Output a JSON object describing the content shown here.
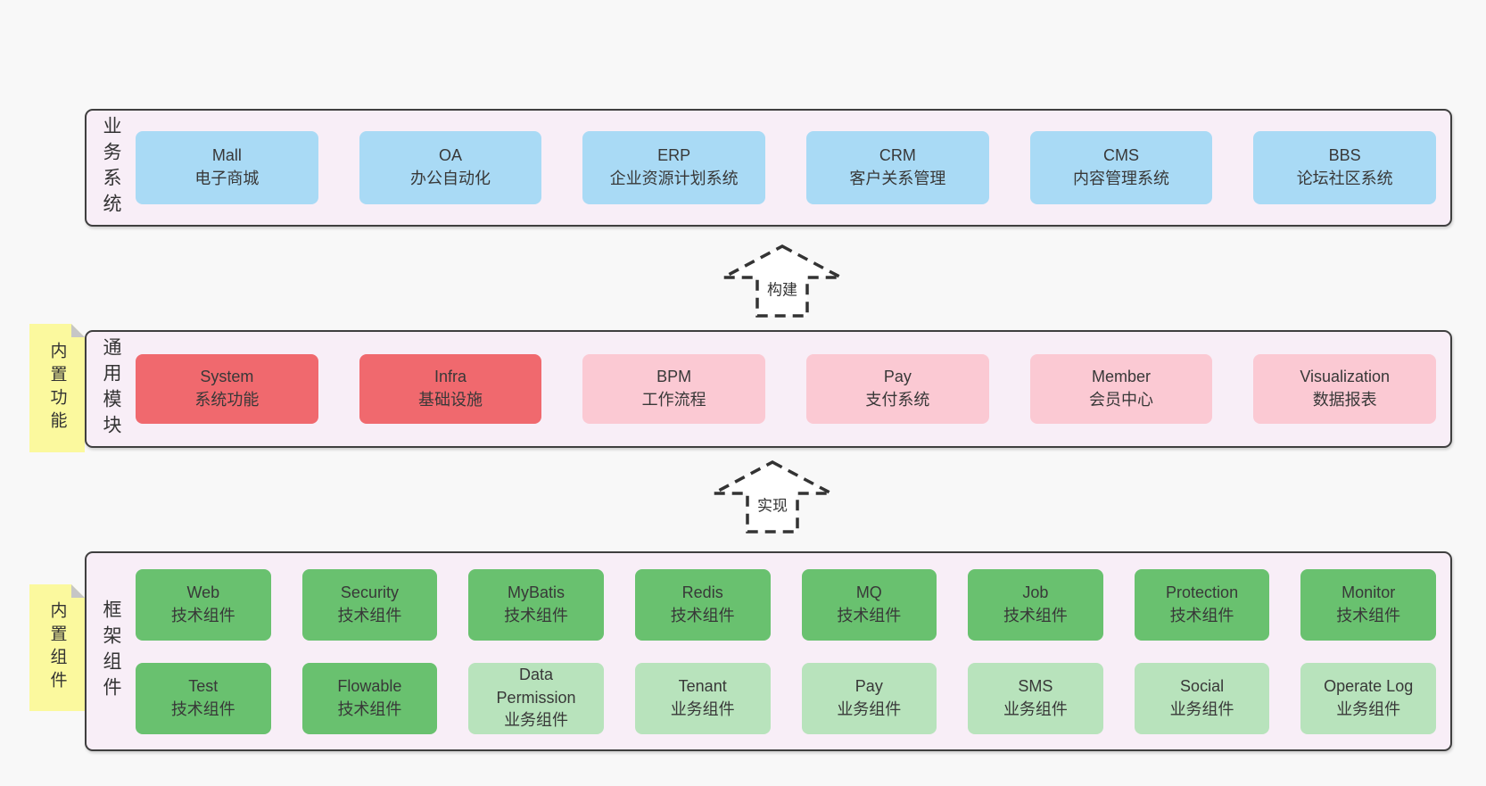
{
  "colors": {
    "page_bg": "#f8f8f8",
    "band_bg": "#f8eef7",
    "band_border": "#3f3f3f",
    "text": "#383838",
    "blue": "#a9daf5",
    "red": "#f0696e",
    "pink": "#fbc9d3",
    "green_dark": "#69c16f",
    "green_light": "#b8e3bc",
    "note_bg": "#fbf99e",
    "note_fold": "#c6c6c6"
  },
  "arrows": [
    {
      "label": "构建"
    },
    {
      "label": "实现"
    }
  ],
  "bands": [
    {
      "label": "业务系统",
      "note": null,
      "rows": [
        [
          {
            "en": "Mall",
            "zh": "电子商城",
            "variant": "blue"
          },
          {
            "en": "OA",
            "zh": "办公自动化",
            "variant": "blue"
          },
          {
            "en": "ERP",
            "zh": "企业资源计划系统",
            "variant": "blue"
          },
          {
            "en": "CRM",
            "zh": "客户关系管理",
            "variant": "blue"
          },
          {
            "en": "CMS",
            "zh": "内容管理系统",
            "variant": "blue"
          },
          {
            "en": "BBS",
            "zh": "论坛社区系统",
            "variant": "blue"
          }
        ]
      ]
    },
    {
      "label": "通用模块",
      "note": "内置功能",
      "rows": [
        [
          {
            "en": "System",
            "zh": "系统功能",
            "variant": "red"
          },
          {
            "en": "Infra",
            "zh": "基础设施",
            "variant": "red"
          },
          {
            "en": "BPM",
            "zh": "工作流程",
            "variant": "pink"
          },
          {
            "en": "Pay",
            "zh": "支付系统",
            "variant": "pink"
          },
          {
            "en": "Member",
            "zh": "会员中心",
            "variant": "pink"
          },
          {
            "en": "Visualization",
            "zh": "数据报表",
            "variant": "pink"
          }
        ]
      ]
    },
    {
      "label": "框架组件",
      "note": "内置组件",
      "rows": [
        [
          {
            "en": "Web",
            "zh": "技术组件",
            "variant": "green_dark"
          },
          {
            "en": "Security",
            "zh": "技术组件",
            "variant": "green_dark"
          },
          {
            "en": "MyBatis",
            "zh": "技术组件",
            "variant": "green_dark"
          },
          {
            "en": "Redis",
            "zh": "技术组件",
            "variant": "green_dark"
          },
          {
            "en": "MQ",
            "zh": "技术组件",
            "variant": "green_dark"
          },
          {
            "en": "Job",
            "zh": "技术组件",
            "variant": "green_dark"
          },
          {
            "en": "Protection",
            "zh": "技术组件",
            "variant": "green_dark"
          },
          {
            "en": "Monitor",
            "zh": "技术组件",
            "variant": "green_dark"
          }
        ],
        [
          {
            "en": "Test",
            "zh": "技术组件",
            "variant": "green_dark"
          },
          {
            "en": "Flowable",
            "zh": "技术组件",
            "variant": "green_dark"
          },
          {
            "en": "Data Permission",
            "zh": "业务组件",
            "variant": "green_light"
          },
          {
            "en": "Tenant",
            "zh": "业务组件",
            "variant": "green_light"
          },
          {
            "en": "Pay",
            "zh": "业务组件",
            "variant": "green_light"
          },
          {
            "en": "SMS",
            "zh": "业务组件",
            "variant": "green_light"
          },
          {
            "en": "Social",
            "zh": "业务组件",
            "variant": "green_light"
          },
          {
            "en": "Operate Log",
            "zh": "业务组件",
            "variant": "green_light"
          }
        ]
      ]
    }
  ]
}
